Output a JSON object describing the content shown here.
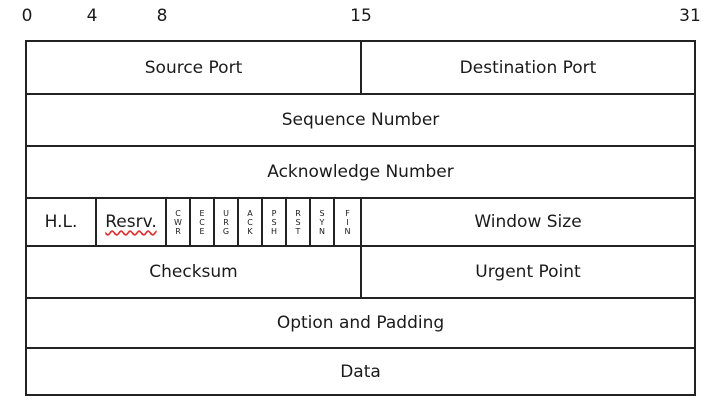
{
  "bit_labels": [
    "0",
    "4",
    "8",
    "15",
    "31"
  ],
  "rows": {
    "row1": {
      "source_port": "Source Port",
      "destination_port": "Destination Port"
    },
    "row2": {
      "sequence_number": "Sequence Number"
    },
    "row3": {
      "acknowledge_number": "Acknowledge Number"
    },
    "row4": {
      "header_length": "H.L.",
      "reserved": "Resrv.",
      "flags": [
        [
          "C",
          "W",
          "R"
        ],
        [
          "E",
          "C",
          "E"
        ],
        [
          "U",
          "R",
          "G"
        ],
        [
          "A",
          "C",
          "K"
        ],
        [
          "P",
          "S",
          "H"
        ],
        [
          "R",
          "S",
          "T"
        ],
        [
          "S",
          "Y",
          "N"
        ],
        [
          "F",
          "I",
          "N"
        ]
      ],
      "window_size": "Window Size"
    },
    "row5": {
      "checksum": "Checksum",
      "urgent_point": "Urgent Point"
    },
    "row6": {
      "option_padding": "Option and Padding"
    },
    "row7": {
      "data": "Data"
    }
  }
}
